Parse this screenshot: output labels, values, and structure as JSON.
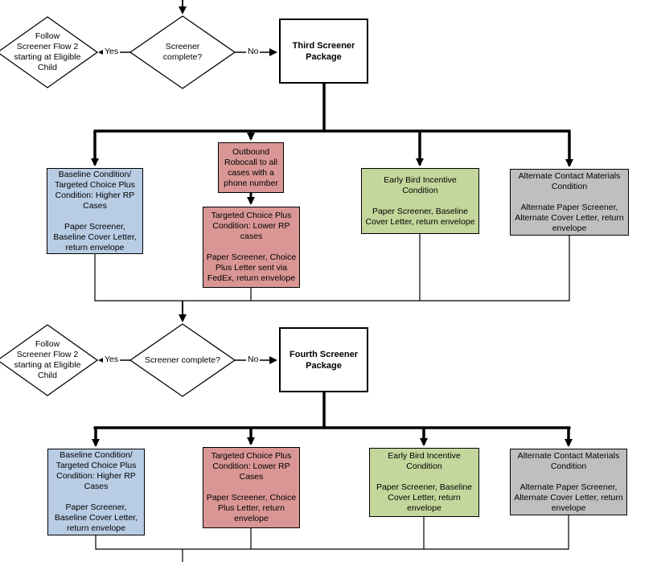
{
  "diagram": {
    "colors": {
      "baseline_blue": "#b8cce4",
      "targeted_red": "#d99694",
      "early_bird_green": "#c3d69b",
      "alternate_gray": "#bfbfbf",
      "line": "#000000",
      "background": "#ffffff"
    },
    "flow1": {
      "follow_diamond": "Follow\nScreener Flow 2\nstarting at Eligible\nChild",
      "decision": "Screener\ncomplete?",
      "yes": "Yes",
      "no": "No",
      "package": "Third Screener\nPackage",
      "robocall": "Outbound\nRobocall to all\ncases with a\nphone number",
      "baseline": "Baseline Condition/\nTargeted Choice Plus\nCondition: Higher RP\nCases\n\nPaper Screener,\nBaseline Cover Letter,\nreturn envelope",
      "targeted": "Targeted Choice Plus\nCondition: Lower RP\ncases\n\nPaper Screener, Choice\nPlus Letter sent via\nFedEx, return envelope",
      "early_bird": "Early Bird Incentive\nCondition\n\nPaper Screener, Baseline\nCover Letter, return envelope",
      "alternate": "Alternate Contact Materials\nCondition\n\nAlternate Paper Screener,\nAlternate Cover Letter, return\nenvelope"
    },
    "flow2": {
      "follow_diamond": "Follow\nScreener Flow 2\nstarting at Eligible\nChild",
      "decision": "Screener complete?",
      "yes": "Yes",
      "no": "No",
      "package": "Fourth Screener\nPackage",
      "baseline": "Baseline Condition/\nTargeted Choice Plus\nCondition: Higher RP\nCases\n\nPaper Screener,\nBaseline Cover Letter,\nreturn envelope",
      "targeted": "Targeted Choice Plus\nCondition: Lower RP\nCases\n\nPaper Screener, Choice\nPlus Letter, return\nenvelope",
      "early_bird": "Early Bird Incentive\nCondition\n\nPaper Screener, Baseline\nCover Letter, return\nenvelope",
      "alternate": "Alternate Contact Materials\nCondition\n\nAlternate Paper Screener,\nAlternate Cover Letter, return\nenvelope"
    }
  }
}
